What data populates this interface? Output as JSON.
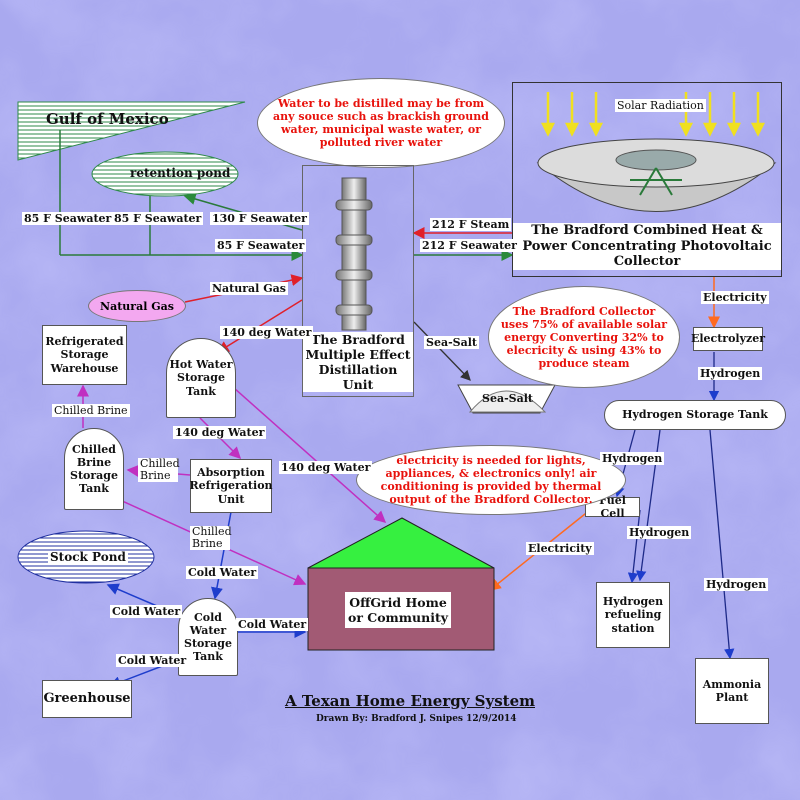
{
  "title": "A Texan Home Energy System",
  "credit": "Drawn By: Bradford J. Snipes 12/9/2014",
  "colors": {
    "background": "#a9a9ef",
    "note_red": "#e8120c",
    "roof_green": "#36f040",
    "house_mauve": "#a25a74",
    "natural_gas_pink": "#f3a8f0"
  },
  "nodes": {
    "gulf": "Gulf of Mexico",
    "retention": "retention pond",
    "distiller": "The Bradford Multiple Effect Distillation Unit",
    "collector": "The Bradford Combined Heat & Power Concentrating Photovoltaic Collector",
    "solar": "Solar Radiation",
    "natural_gas": "Natural Gas",
    "hot_water_tank": "Hot Water Storage Tank",
    "refrig_warehouse": "Refrigerated Storage Warehouse",
    "chilled_brine_tank": "Chilled Brine Storage Tank",
    "absorption": "Absorption Refrigeration Unit",
    "stock_pond": "Stock Pond",
    "cold_water_tank": "Cold Water Storage Tank",
    "greenhouse": "Greenhouse",
    "offgrid_home": "OffGrid Home or Community",
    "sea_salt": "Sea-Salt",
    "electrolyzer": "Electrolyzer",
    "h2_tank": "Hydrogen Storage Tank",
    "fuel_cell": "Fuel Cell",
    "h2_station": "Hydrogen refueling station",
    "ammonia": "Ammonia Plant"
  },
  "notes": {
    "water_source": "Water to be distilled may be from any souce such as brackish ground water, municipal waste water, or polluted river water",
    "collector_efficiency": "The Bradford Collector uses 75% of available solar energy Converting 32% to elecricity & using 43% to produce steam",
    "electricity_use": "electricity is needed for lights, appliances, & electronics only! air conditioning is provided by thermal output of the Bradford Collector."
  },
  "flows": {
    "seawater_85_a": "85 F Seawater",
    "seawater_85_b": "85 F Seawater",
    "seawater_130": "130 F Seawater",
    "seawater_85_c": "85 F Seawater",
    "steam_212": "212 F Steam",
    "seawater_212": "212 F Seawater",
    "natural_gas": "Natural Gas",
    "water_140_a": "140 deg Water",
    "sea_salt": "Sea-Salt",
    "water_140_b": "140 deg Water",
    "water_140_c": "140 deg Water",
    "chilled_brine_a": "Chilled Brine",
    "chilled_brine_b": "Chilled Brine",
    "chilled_brine_c": "Chilled Brine",
    "cold_water_a": "Cold Water",
    "cold_water_b": "Cold Water",
    "cold_water_c": "Cold Water",
    "cold_water_d": "Cold Water",
    "electricity_a": "Electricity",
    "hydrogen_a": "Hydrogen",
    "hydrogen_b": "Hydrogen",
    "hydrogen_c": "Hydrogen",
    "hydrogen_d": "Hydrogen",
    "electricity_b": "Electricity"
  }
}
